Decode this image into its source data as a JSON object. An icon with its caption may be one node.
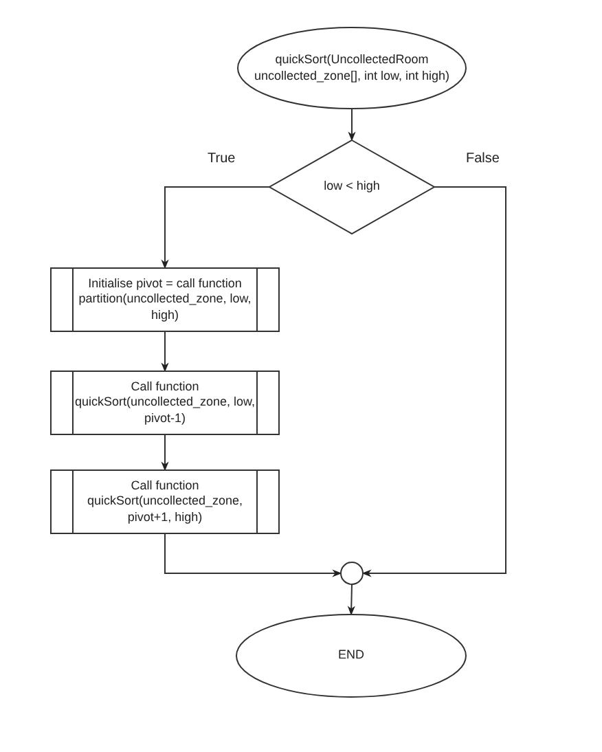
{
  "diagram": {
    "nodes": [
      {
        "text": [
          "quickSort(UncollectedRoom uncollected_zone[], int low, int high)"
        ]
      },
      {
        "text": [
          "low < high"
        ]
      },
      {
        "text": [
          "Initialise pivot = call function partition(uncollected_zone, low, high)"
        ]
      },
      {
        "text": [
          "Call function quickSort(uncollected_zone, low, pivot-1)"
        ]
      },
      {
        "text": [
          "Call function quickSort(uncollected_zone, pivot+1, high)"
        ]
      },
      {
        "text": [],
        "shape": "circle"
      },
      {
        "text": [
          "END"
        ]
      }
    ],
    "edges": [
      {
        "from": 0,
        "to": 1,
        "arrow": "to"
      },
      {
        "from": 1,
        "to": 2,
        "arrow": "to",
        "label": "True"
      },
      {
        "from": 1,
        "to": 5,
        "arrow": "to",
        "label": "False"
      },
      {
        "from": 2,
        "to": 3,
        "arrow": "to"
      },
      {
        "from": 3,
        "to": 4,
        "arrow": "to"
      },
      {
        "from": 4,
        "to": 5,
        "arrow": "to"
      },
      {
        "from": 5,
        "to": 6,
        "arrow": "to"
      }
    ]
  }
}
